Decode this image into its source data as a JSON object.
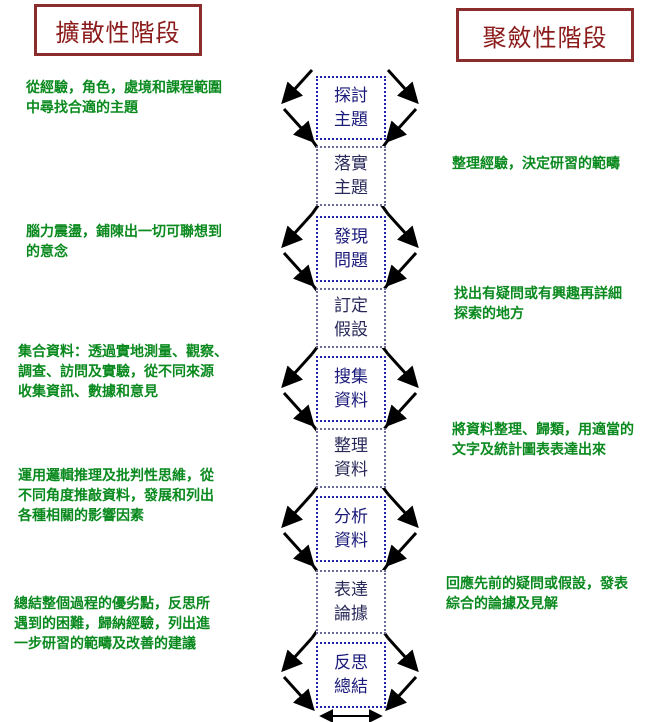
{
  "headers": {
    "divergent": "擴散性階段",
    "convergent": "聚斂性階段"
  },
  "steps": [
    {
      "line1": "探討",
      "line2": "主題"
    },
    {
      "line1": "落實",
      "line2": "主題"
    },
    {
      "line1": "發現",
      "line2": "問題"
    },
    {
      "line1": "訂定",
      "line2": "假設"
    },
    {
      "line1": "搜集",
      "line2": "資料"
    },
    {
      "line1": "整理",
      "line2": "資料"
    },
    {
      "line1": "分析",
      "line2": "資料"
    },
    {
      "line1": "表達",
      "line2": "論據"
    },
    {
      "line1": "反思",
      "line2": "總結"
    }
  ],
  "left_notes": [
    {
      "l1": "從經驗，角色，處境和課程範圍",
      "l2": "中尋找合適的主題"
    },
    {
      "l1": "腦力震盪，鋪陳出一切可聯想到",
      "l2": "的意念"
    },
    {
      "l1": "集合資料：透過實地測量、觀察、",
      "l2": "調查、訪問及實驗，從不同來源",
      "l3": "收集資訊、數據和意見"
    },
    {
      "l1": "運用邏輯推理及批判性思維，從",
      "l2": "不同角度推敲資料，發展和列出",
      "l3": "各種相關的影響因素"
    },
    {
      "l1": "總結整個過程的優劣點，反思所",
      "l2": "遇到的困難，歸納經驗，列出進",
      "l3": "一步研習的範疇及改善的建議"
    }
  ],
  "right_notes": [
    {
      "l1": "整理經驗，決定研習的範疇"
    },
    {
      "l1": "找出有疑問或有興趣再詳細",
      "l2": "探索的地方"
    },
    {
      "l1": "將資料整理、歸類，用適當的",
      "l2": "文字及統計圖表表達出來"
    },
    {
      "l1": "回應先前的疑問或假設，發表",
      "l2": "綜合的論據及見解"
    }
  ]
}
